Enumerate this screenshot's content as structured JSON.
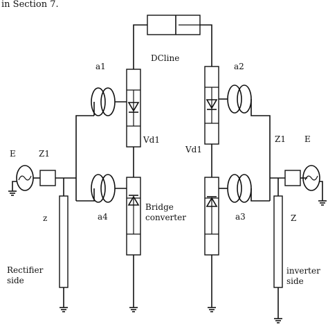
{
  "caption_fragment": "in Section 7.",
  "labels": {
    "dcline": "DCline",
    "a1": "a1",
    "a2": "a2",
    "a3": "a3",
    "a4": "a4",
    "vd1_left": "Vd1",
    "vd1_right": "Vd1",
    "z1_left": "Z1",
    "z1_right": "Z1",
    "e_left": "E",
    "e_right": "E",
    "z_left": "z",
    "z_right": "Z",
    "bridge_line1": "Bridge",
    "bridge_line2": "converter",
    "rectifier_line1": "Rectifier",
    "rectifier_line2": "side",
    "inverter_line1": "inverter",
    "inverter_line2": "side"
  }
}
